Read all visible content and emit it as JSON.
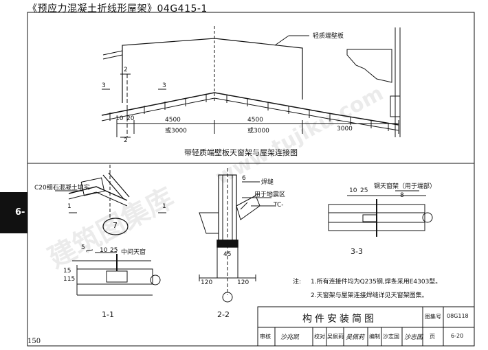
{
  "header": {
    "title": "《预应力混凝土折线形屋架》04G415-1"
  },
  "page_number": "150",
  "chapter_tab": "6-",
  "elevation": {
    "label_end_wall_panel": "轻质端壁板",
    "section_mark_2_top": "2",
    "section_mark_2_bottom": "2",
    "section_mark_3_left": "3",
    "section_mark_3_right": "3",
    "dim_left_small": "10",
    "dim_left_small2": "20",
    "dim_span_1": "4500",
    "dim_span_2": "4500",
    "dim_alt_1": "或3000",
    "dim_alt_2": "或3000",
    "dim_span_3": "3000",
    "caption": "带轻质端壁板天窗架与屋架连接图"
  },
  "detail_7": {
    "label_infill": "C20细石混凝土填实",
    "bubble": "7",
    "mark_1a": "1",
    "mark_1b": "1"
  },
  "section_1_1": {
    "mark": "5",
    "dim_a": "10",
    "dim_b": "25",
    "label_mid_skylight": "中间天窗",
    "dim_v1": "15",
    "dim_v2": "115",
    "caption": "1-1"
  },
  "section_2_2": {
    "mark_6": "6",
    "label_weld": "焊缝",
    "label_seismic": "用于地震区",
    "label_tc": "TC-",
    "dim_45": "45",
    "dim_120a": "120",
    "dim_120b": "120",
    "caption": "2-2"
  },
  "section_3_3": {
    "dim_a": "10",
    "dim_b": "25",
    "label_steel_skylight": "钢天窗架（用于端部）",
    "mark_8": "8",
    "caption": "3-3"
  },
  "notes": {
    "heading": "注:",
    "items": [
      "1.所有连接件均为Q235钢,焊条采用E4303型。",
      "2.天窗架与屋架连接焊缝详见天窗架图集。"
    ]
  },
  "title_block": {
    "title": "构件安装简图",
    "atlas_label": "图集号",
    "atlas_value": "08G118",
    "review_label": "审核",
    "check_label": "校对",
    "design_label": "编制",
    "page_label": "页",
    "page_value": "6-20",
    "sig_review": "沙兆凯",
    "name_check": "吴佩莉",
    "sig_check": "吴佩莉",
    "name_design": "沙志国",
    "sig_design": "沙志国"
  },
  "watermark": {
    "text_1": "建筑图集库",
    "text_2": "www.tujiku.com"
  }
}
